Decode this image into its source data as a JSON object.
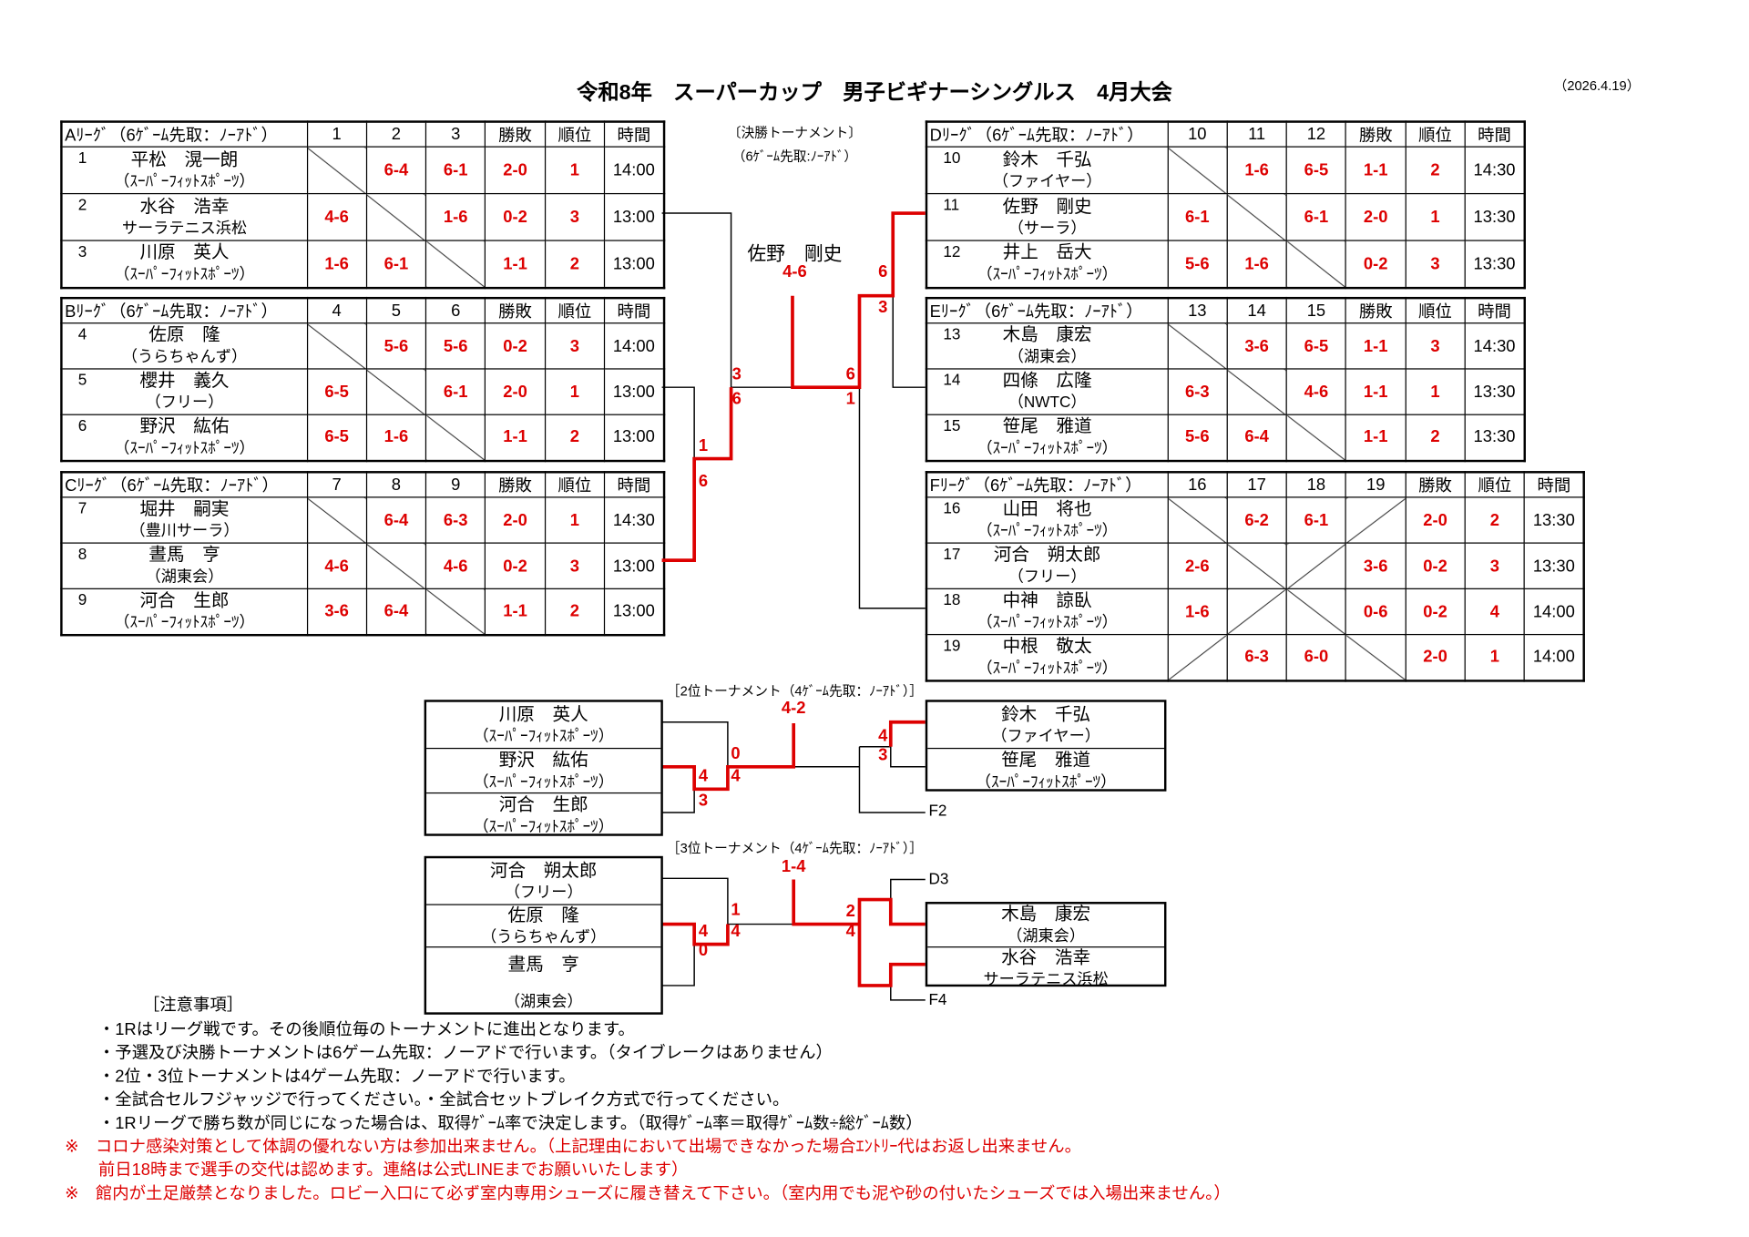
{
  "title": "令和8年　スーパーカップ　男子ビギナーシングルス　4月大会",
  "date": "（2026.4.19）",
  "header_cols": {
    "wl": "勝敗",
    "rank": "順位",
    "time": "時間"
  },
  "leagues": [
    {
      "id": "A",
      "title": "Aﾘｰｸﾞ（6ｹﾞｰﾑ先取：ﾉｰｱﾄﾞ）",
      "cols": [
        "1",
        "2",
        "3"
      ],
      "players": [
        {
          "no": "1",
          "name": "平松　滉一朗",
          "club": "（ｽｰﾊﾟｰﾌｨｯﾄｽﾎﾟｰﾂ）",
          "scores": [
            null,
            "6-4",
            "6-1"
          ],
          "wl": "2-0",
          "rank": "1",
          "time": "14:00"
        },
        {
          "no": "2",
          "name": "水谷　浩幸",
          "club": "サーラテニス浜松",
          "scores": [
            "4-6",
            null,
            "1-6"
          ],
          "wl": "0-2",
          "rank": "3",
          "time": "13:00"
        },
        {
          "no": "3",
          "name": "川原　英人",
          "club": "（ｽｰﾊﾟｰﾌｨｯﾄｽﾎﾟｰﾂ）",
          "scores": [
            "1-6",
            "6-1",
            null
          ],
          "wl": "1-1",
          "rank": "2",
          "time": "13:00"
        }
      ]
    },
    {
      "id": "B",
      "title": "Bﾘｰｸﾞ（6ｹﾞｰﾑ先取：ﾉｰｱﾄﾞ）",
      "cols": [
        "4",
        "5",
        "6"
      ],
      "players": [
        {
          "no": "4",
          "name": "佐原　隆",
          "club": "（うらちゃんず）",
          "scores": [
            null,
            "5-6",
            "5-6"
          ],
          "wl": "0-2",
          "rank": "3",
          "time": "14:00"
        },
        {
          "no": "5",
          "name": "櫻井　義久",
          "club": "（フリー）",
          "scores": [
            "6-5",
            null,
            "6-1"
          ],
          "wl": "2-0",
          "rank": "1",
          "time": "13:00"
        },
        {
          "no": "6",
          "name": "野沢　紘佑",
          "club": "（ｽｰﾊﾟｰﾌｨｯﾄｽﾎﾟｰﾂ）",
          "scores": [
            "6-5",
            "1-6",
            null
          ],
          "wl": "1-1",
          "rank": "2",
          "time": "13:00"
        }
      ]
    },
    {
      "id": "C",
      "title": "Cﾘｰｸﾞ（6ｹﾞｰﾑ先取：ﾉｰｱﾄﾞ）",
      "cols": [
        "7",
        "8",
        "9"
      ],
      "players": [
        {
          "no": "7",
          "name": "堀井　嗣実",
          "club": "（豊川サーラ）",
          "scores": [
            null,
            "6-4",
            "6-3"
          ],
          "wl": "2-0",
          "rank": "1",
          "time": "14:30"
        },
        {
          "no": "8",
          "name": "晝馬　亨",
          "club": "（湖東会）",
          "scores": [
            "4-6",
            null,
            "4-6"
          ],
          "wl": "0-2",
          "rank": "3",
          "time": "13:00"
        },
        {
          "no": "9",
          "name": "河合　生郎",
          "club": "（ｽｰﾊﾟｰﾌｨｯﾄｽﾎﾟｰﾂ）",
          "scores": [
            "3-6",
            "6-4",
            null
          ],
          "wl": "1-1",
          "rank": "2",
          "time": "13:00"
        }
      ]
    },
    {
      "id": "D",
      "title": "Dﾘｰｸﾞ（6ｹﾞｰﾑ先取：ﾉｰｱﾄﾞ）",
      "cols": [
        "10",
        "11",
        "12"
      ],
      "players": [
        {
          "no": "10",
          "name": "鈴木　千弘",
          "club": "（ファイヤー）",
          "scores": [
            null,
            "1-6",
            "6-5"
          ],
          "wl": "1-1",
          "rank": "2",
          "time": "14:30"
        },
        {
          "no": "11",
          "name": "佐野　剛史",
          "club": "（サーラ）",
          "scores": [
            "6-1",
            null,
            "6-1"
          ],
          "wl": "2-0",
          "rank": "1",
          "time": "13:30"
        },
        {
          "no": "12",
          "name": "井上　岳大",
          "club": "（ｽｰﾊﾟｰﾌｨｯﾄｽﾎﾟｰﾂ）",
          "scores": [
            "5-6",
            "1-6",
            null
          ],
          "wl": "0-2",
          "rank": "3",
          "time": "13:30"
        }
      ]
    },
    {
      "id": "E",
      "title": "Eﾘｰｸﾞ（6ｹﾞｰﾑ先取：ﾉｰｱﾄﾞ）",
      "cols": [
        "13",
        "14",
        "15"
      ],
      "players": [
        {
          "no": "13",
          "name": "木島　康宏",
          "club": "（湖東会）",
          "scores": [
            null,
            "3-6",
            "6-5"
          ],
          "wl": "1-1",
          "rank": "3",
          "time": "14:30"
        },
        {
          "no": "14",
          "name": "四條　広隆",
          "club": "（NWTC）",
          "scores": [
            "6-3",
            null,
            "4-6"
          ],
          "wl": "1-1",
          "rank": "1",
          "time": "13:30"
        },
        {
          "no": "15",
          "name": "笹尾　雅道",
          "club": "（ｽｰﾊﾟｰﾌｨｯﾄｽﾎﾟｰﾂ）",
          "scores": [
            "5-6",
            "6-4",
            null
          ],
          "wl": "1-1",
          "rank": "2",
          "time": "13:30"
        }
      ]
    },
    {
      "id": "F",
      "title": "Fﾘｰｸﾞ（6ｹﾞｰﾑ先取：ﾉｰｱﾄﾞ）",
      "cols": [
        "16",
        "17",
        "18",
        "19"
      ],
      "players": [
        {
          "no": "16",
          "name": "山田　将也",
          "club": "（ｽｰﾊﾟｰﾌｨｯﾄｽﾎﾟｰﾂ）",
          "scores": [
            null,
            "6-2",
            "6-1",
            null
          ],
          "wl": "2-0",
          "rank": "2",
          "time": "13:30"
        },
        {
          "no": "17",
          "name": "河合　朔太郎",
          "club": "（フリー）",
          "scores": [
            "2-6",
            null,
            null,
            "3-6"
          ],
          "wl": "0-2",
          "rank": "3",
          "time": "13:30"
        },
        {
          "no": "18",
          "name": "中神　諒臥",
          "club": "（ｽｰﾊﾟｰﾌｨｯﾄｽﾎﾟｰﾂ）",
          "scores": [
            "1-6",
            null,
            null,
            "0-6"
          ],
          "wl": "0-2",
          "rank": "4",
          "time": "14:00"
        },
        {
          "no": "19",
          "name": "中根　敬太",
          "club": "（ｽｰﾊﾟｰﾌｨｯﾄｽﾎﾟｰﾂ）",
          "scores": [
            null,
            "6-3",
            "6-0",
            null
          ],
          "wl": "2-0",
          "rank": "1",
          "time": "14:00"
        }
      ]
    }
  ],
  "final": {
    "title": "〔決勝トーナメント〕",
    "rule": "（6ｹﾞｰﾑ先取:ﾉｰｱﾄﾞ）",
    "champion": "佐野　剛史",
    "score": "4-6",
    "games": {
      "a_top": "3",
      "a_bot": "6",
      "b_top": "1",
      "b_bot": "6",
      "d_top": "6",
      "d_bot": "3",
      "c_top": "6",
      "c_bot": "1"
    }
  },
  "second": {
    "title": "［2位トーナメント（4ｹﾞｰﾑ先取：ﾉｰｱﾄﾞ）］",
    "score": "4-2",
    "left": [
      {
        "name": "川原　英人",
        "club": "（ｽｰﾊﾟｰﾌｨｯﾄｽﾎﾟｰﾂ）"
      },
      {
        "name": "野沢　紘佑",
        "club": "（ｽｰﾊﾟｰﾌｨｯﾄｽﾎﾟｰﾂ）"
      },
      {
        "name": "河合　生郎",
        "club": "（ｽｰﾊﾟｰﾌｨｯﾄｽﾎﾟｰﾂ）"
      }
    ],
    "right": [
      {
        "name": "鈴木　千弘",
        "club": "（ファイヤー）"
      },
      {
        "name": "笹尾　雅道",
        "club": "（ｽｰﾊﾟｰﾌｨｯﾄｽﾎﾟｰﾂ）"
      }
    ],
    "ref": "F2",
    "games": {
      "l1": "4",
      "l2": "3",
      "f1": "0",
      "f2": "4",
      "r1": "4",
      "r2": "3"
    }
  },
  "third": {
    "title": "［3位トーナメント（4ｹﾞｰﾑ先取：ﾉｰｱﾄﾞ）］",
    "score": "1-4",
    "left": [
      {
        "name": "河合　朔太郎",
        "club": "（フリー）"
      },
      {
        "name": "佐原　隆",
        "club": "（うらちゃんず）"
      },
      {
        "name": "晝馬　亨",
        "club": "（湖東会）"
      }
    ],
    "right": [
      {
        "name": "木島　康宏",
        "club": "（湖東会）"
      },
      {
        "name": "水谷　浩幸",
        "club": "サーラテニス浜松"
      }
    ],
    "ref_top": "D3",
    "ref_bot": "F4",
    "games": {
      "l1": "4",
      "l2": "0",
      "f1": "1",
      "f2": "4",
      "r1": "2",
      "r2": "4"
    }
  },
  "notes": {
    "heading": "［注意事項］",
    "items": [
      "・1Rはリーグ戦です。その後順位毎のトーナメントに進出となります。",
      "・予選及び決勝トーナメントは6ゲーム先取：ノーアドで行います。（タイブレークはありません）",
      "・2位・3位トーナメントは4ゲーム先取：ノーアドで行います。",
      "・全試合セルフジャッジで行ってください。・全試合セットブレイク方式で行ってください。",
      "・1Rリーグで勝ち数が同じになった場合は、取得ｹﾞｰﾑ率で決定します。（取得ｹﾞｰﾑ率＝取得ｹﾞｰﾑ数÷総ｹﾞｰﾑ数）"
    ],
    "warnings": [
      "※　コロナ感染対策として体調の優れない方は参加出来ません。（上記理由において出場できなかった場合ｴﾝﾄﾘｰ代はお返し出来ません。",
      "　　前日18時まで選手の交代は認めます。連絡は公式LINEまでお願いいたします）",
      "※　館内が土足厳禁となりました。ロビー入口にて必ず室内専用シューズに履き替えて下さい。（室内用でも泥や砂の付いたシューズでは入場出来ません。）"
    ]
  },
  "colors": {
    "accent": "#dd0000",
    "line": "#000000"
  }
}
